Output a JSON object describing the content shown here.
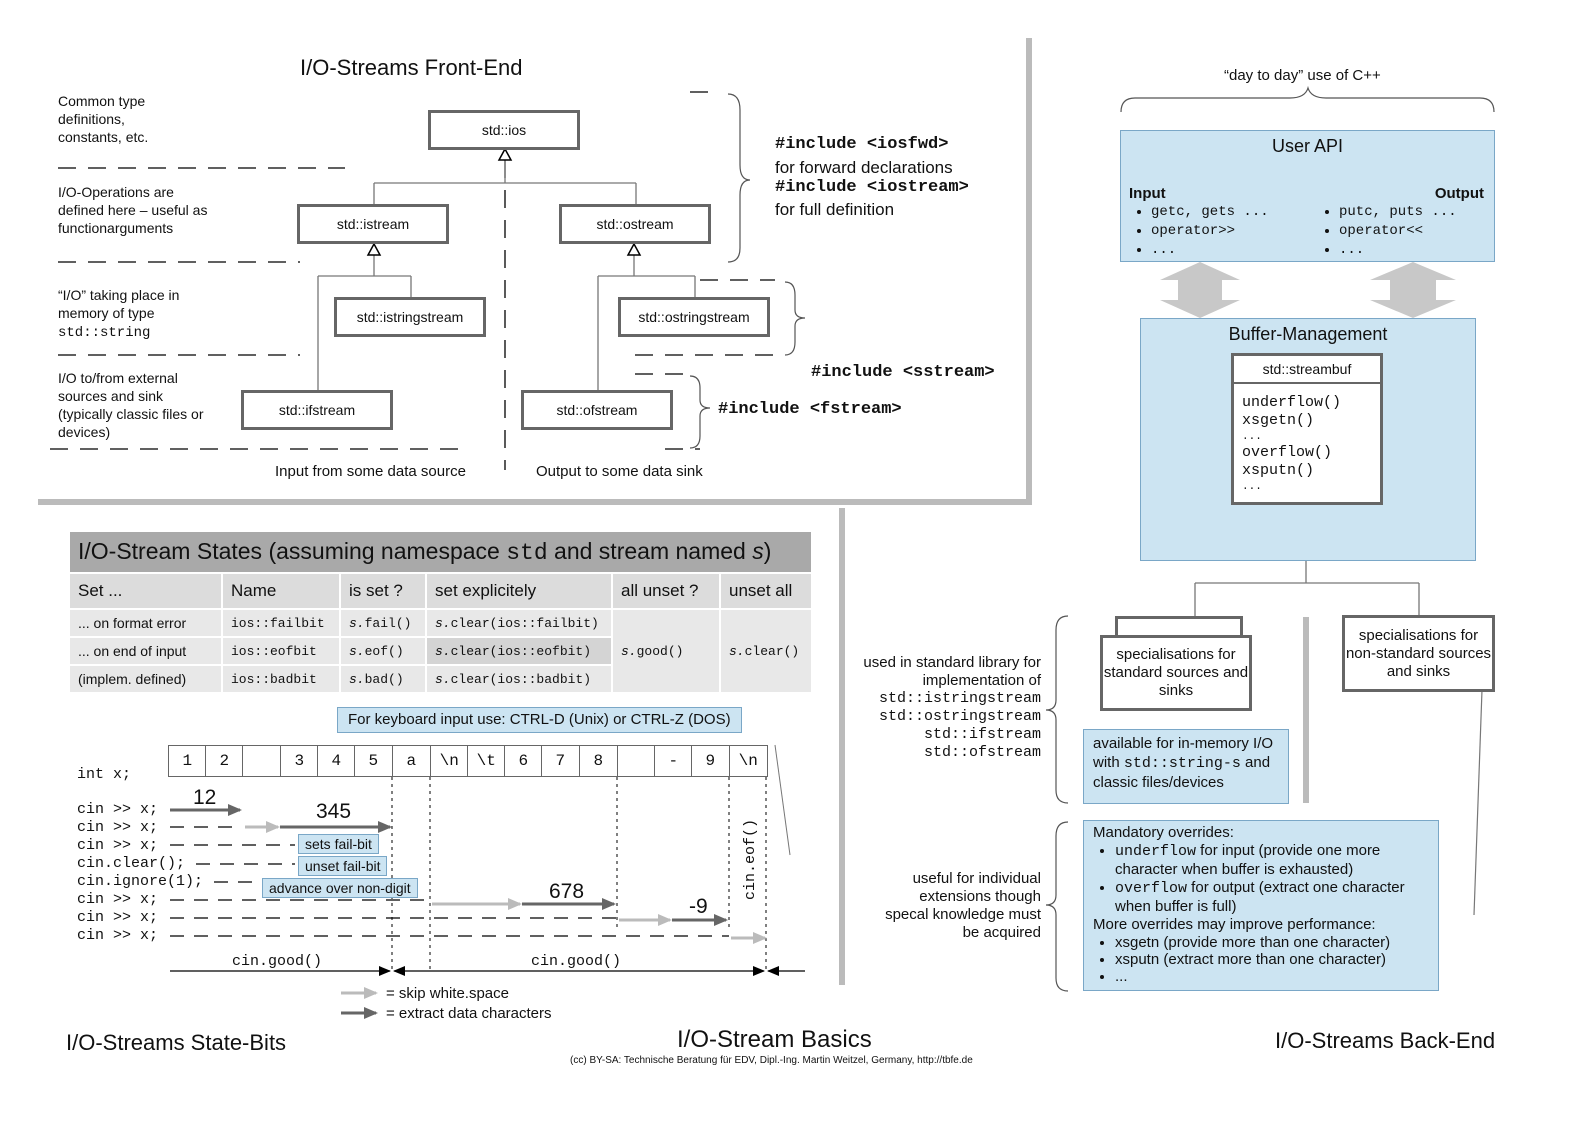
{
  "frontend": {
    "title": "I/O-Streams Front-End",
    "notes": {
      "common": "Common type definitions, constants, etc.",
      "io_ops": "I/O-Operations are defined here – useful as functionarguments",
      "memory": "“I/O” taking place in memory of type",
      "memory_type": "std::string",
      "external": "I/O to/from external sources and sink (typically classic files or devices)"
    },
    "classes": {
      "ios": "std::ios",
      "istream": "std::istream",
      "ostream": "std::ostream",
      "istringstream": "std::istringstream",
      "ostringstream": "std::ostringstream",
      "ifstream": "std::ifstream",
      "ofstream": "std::ofstream"
    },
    "includes": {
      "iosfwd": "#include <iosfwd>",
      "iosfwd_desc": "for forward declarations",
      "iostream": "#include <iostream>",
      "iostream_desc": "for full definition",
      "sstream": "#include <sstream>",
      "fstream": "#include <fstream>"
    },
    "input_label": "Input from some data source",
    "output_label": "Output to some data sink"
  },
  "states": {
    "title_pre": "I/O-Stream States (assuming namespace ",
    "title_ns": "std",
    "title_mid": " and stream named ",
    "title_s": "s",
    "title_post": ")",
    "headers": [
      "Set ...",
      "Name",
      "is set ?",
      "set explicitely",
      "all unset ?",
      "unset all"
    ],
    "rows": [
      {
        "when": "... on format error",
        "name": "ios::failbit",
        "isset": "fail()",
        "setexp": "clear(ios::failbit)"
      },
      {
        "when": "... on end of input",
        "name": "ios::eofbit",
        "isset": "eof()",
        "setexp": "clear(ios::eofbit)"
      },
      {
        "when": "(implem. defined)",
        "name": "ios::badbit",
        "isset": "bad()",
        "setexp": "clear(ios::badbit)"
      }
    ],
    "all_unset": "good()",
    "unset_all": "clear()",
    "s_prefix": "s."
  },
  "statebits": {
    "keyboard_note": "For keyboard input use: CTRL-D (Unix) or CTRL-Z (DOS)",
    "decl": "int x;",
    "cells": [
      "1",
      "2",
      "",
      "3",
      "4",
      "5",
      "a",
      "\\n",
      "\\t",
      "6",
      "7",
      "8",
      "",
      "-",
      "9",
      "\\n"
    ],
    "code_lines": [
      "cin >> x;",
      "cin >> x;",
      "cin >> x;",
      "cin.clear();",
      "cin.ignore(1);",
      "cin >> x;",
      "cin >> x;",
      "cin >> x;"
    ],
    "values": [
      "12",
      "345",
      "678",
      "-9"
    ],
    "tags": [
      "sets fail-bit",
      "unset fail-bit",
      "advance over non-digit"
    ],
    "good_label": "cin.good()",
    "eof_label": "cin.eof()",
    "legend_skip": "= skip white.space",
    "legend_extract": "= extract data characters",
    "title": "I/O-Streams State-Bits"
  },
  "basics": {
    "title": "I/O-Stream Basics",
    "credit": "(cc) BY-SA: Technische Beratung für EDV, Dipl.-Ing. Martin Weitzel, Germany, http://tbfe.de"
  },
  "backend": {
    "title": "I/O-Streams Back-End",
    "day_to_day": "“day to day” use of C++",
    "user_api": "User API",
    "input_label": "Input",
    "output_label": "Output",
    "input_items": [
      "getc, gets ...",
      "operator>>",
      "..."
    ],
    "output_items": [
      "putc, puts ...",
      "operator<<",
      "..."
    ],
    "buffer_mgmt": "Buffer-Management",
    "streambuf": "std::streambuf",
    "methods": [
      "underflow()",
      "xsgetn()",
      "...",
      "overflow()",
      "xsputn()",
      "..."
    ],
    "spec_std": "specialisations for standard sources and sinks",
    "spec_nonstd": "specialisations for non-standard sources and sinks",
    "used_in": "used in standard library for implementation of",
    "used_classes": [
      "std::istringstream",
      "std::ostringstream",
      "std::ifstream",
      "std::ofstream"
    ],
    "available_pre": "available for in-memory I/O with ",
    "available_code": "std::string-s",
    "available_post": " and classic files/devices",
    "useful": "useful for individual extensions though specal knowledge must be acquired",
    "mandatory": "Mandatory overrides:",
    "ov_underflow": "underflow",
    "ov_underflow_desc": " for input (provide one more character when buffer is exhausted)",
    "ov_overflow": "overflow",
    "ov_overflow_desc": " for output (extract one character when buffer is full)",
    "more": "More overrides may improve performance:",
    "more_items": [
      "xsgetn (provide more than one character)",
      "xsputn (extract more than one character)",
      "..."
    ]
  }
}
